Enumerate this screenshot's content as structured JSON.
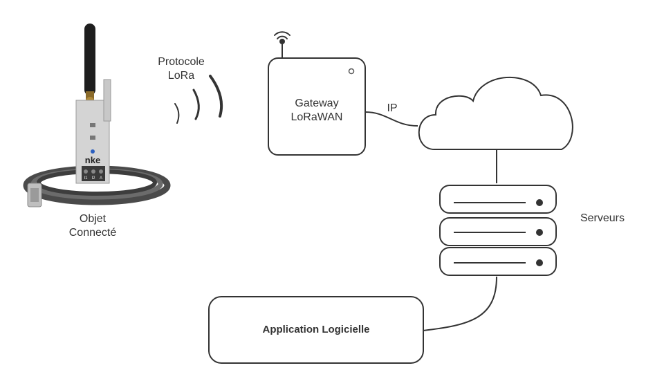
{
  "device": {
    "brand": "nke",
    "terminals": [
      "I1",
      "I2",
      "A"
    ],
    "label_line1": "Objet",
    "label_line2": "Connecté"
  },
  "protocol": {
    "line1": "Protocole",
    "line2": "LoRa"
  },
  "gateway": {
    "line1": "Gateway",
    "line2": "LoRaWAN"
  },
  "link_ip": "IP",
  "servers": {
    "label": "Serveurs"
  },
  "application": {
    "label": "Application Logicielle"
  },
  "colors": {
    "stroke": "#333333",
    "cable": "#5a5a5a",
    "device_body": "#d9d9d9",
    "antenna": "#222222"
  }
}
